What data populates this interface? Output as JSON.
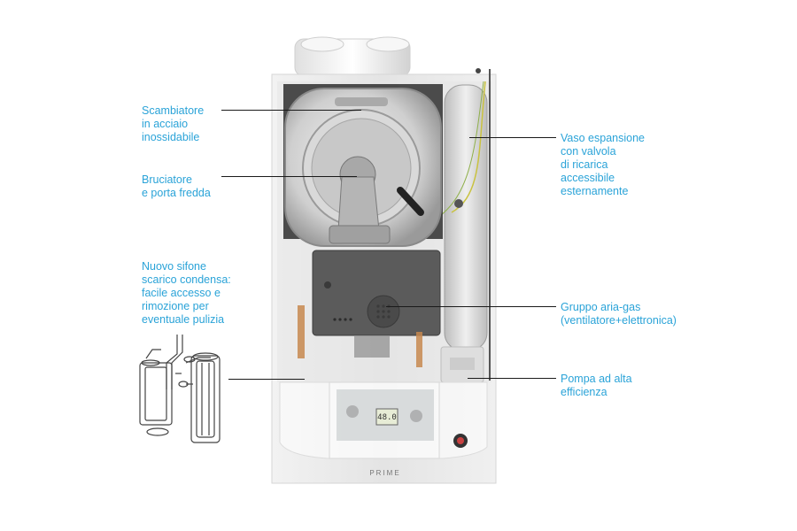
{
  "callouts": [
    {
      "id": "heat-exchanger",
      "text": "Scambiatore\nin acciaio\ninossidabile"
    },
    {
      "id": "burner",
      "text": "Bruciatore\ne porta fredda"
    },
    {
      "id": "siphon",
      "text": "Nuovo sifone\nscarico condensa:\nfacile accesso e\nrimozione per\neventuale pulizia"
    },
    {
      "id": "expansion-vessel",
      "text": "Vaso espansione\ncon valvola\ndi ricarica\naccessibile\nesternamente"
    },
    {
      "id": "air-gas-group",
      "text": "Gruppo aria-gas\n(ventilatore+elettronica)"
    },
    {
      "id": "pump",
      "text": "Pompa ad alta\nefficienza"
    }
  ],
  "display": {
    "reading": "48.0"
  },
  "brand": {
    "logo_text": "PRIME"
  },
  "colors": {
    "label": "#2aa3d8",
    "leader": "#1a1a1a",
    "casing": "#ececec",
    "casing_edge": "#d6d6d6",
    "steel": "#c9c9c9",
    "dark_steel": "#7a7a7a",
    "grey_box": "#5d5d5d",
    "copper": "#c7884f"
  }
}
